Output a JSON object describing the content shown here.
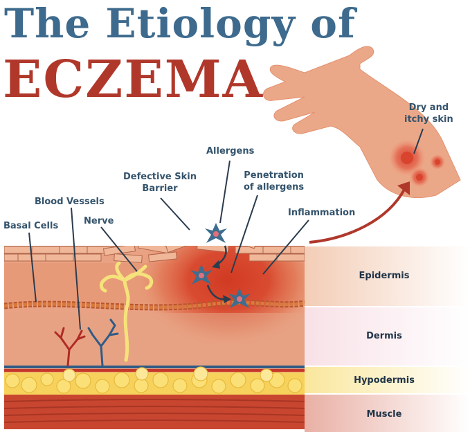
{
  "title": {
    "line1": "The Etiology of",
    "line2": "ECZEMA"
  },
  "labels": {
    "dry_itchy": "Dry and\nitchy skin",
    "allergens": "Allergens",
    "defective_barrier": "Defective Skin\nBarrier",
    "penetration": "Penetration\nof allergens",
    "blood_vessels": "Blood Vessels",
    "inflammation": "Inflammation",
    "basal_cells": "Basal Cells",
    "nerve": "Nerve"
  },
  "layers": [
    {
      "name": "Epidermis",
      "color": "#f7e3d6"
    },
    {
      "name": "Dermis",
      "color": "#fbeef2"
    },
    {
      "name": "Hypodermis",
      "color": "#fcf3cf"
    },
    {
      "name": "Muscle",
      "color": "#f2d2cc"
    }
  ],
  "colors": {
    "title_blue": "#3d6a8d",
    "title_red": "#b0382b",
    "skin": "#e8a77f",
    "inflamed": "#d9472f",
    "allergen": "#3f6d8f"
  }
}
